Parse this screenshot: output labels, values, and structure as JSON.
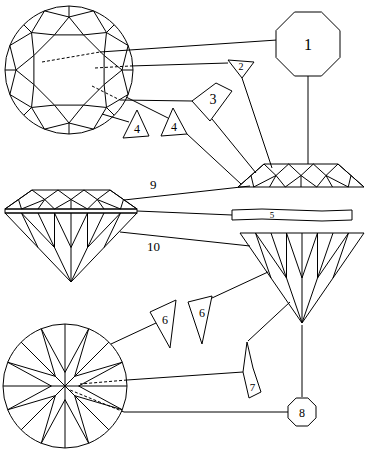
{
  "diagram": {
    "nodes": [
      {
        "text": [
          "1"
        ]
      },
      {
        "text": [
          "2"
        ]
      },
      {
        "text": [
          "3"
        ]
      },
      {
        "text": [
          "4"
        ]
      },
      {
        "text": [
          "4"
        ]
      },
      {
        "text": [
          "5"
        ]
      },
      {
        "text": [
          "6"
        ]
      },
      {
        "text": [
          "6"
        ]
      },
      {
        "text": [
          "7"
        ]
      },
      {
        "text": [
          "8"
        ]
      }
    ],
    "labels": [
      "9",
      "10"
    ]
  }
}
